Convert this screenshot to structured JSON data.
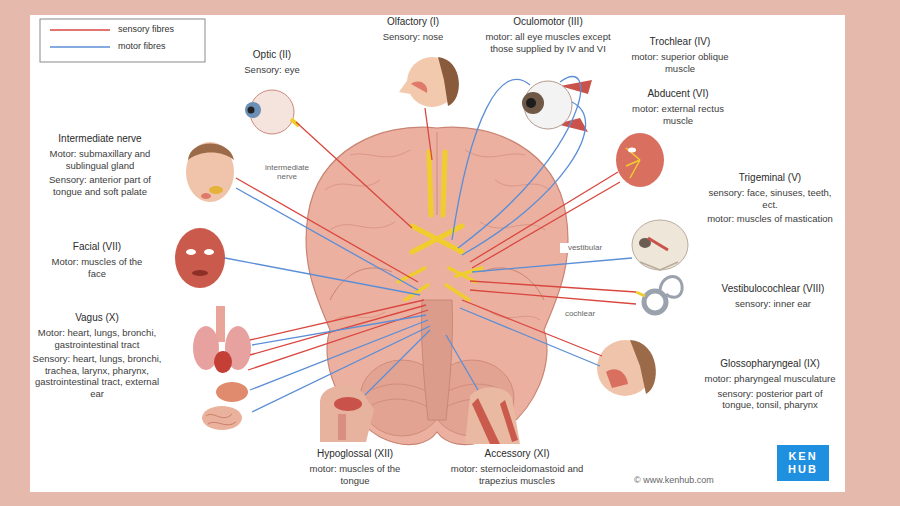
{
  "diagram": {
    "nodes": [
      {
        "text": [
          "Olfactory (I)",
          "Sensory: nose"
        ]
      },
      {
        "text": [
          "Oculomotor (III)",
          "motor: all eye muscles except those supplied by IV and VI"
        ]
      },
      {
        "text": [
          "Trochlear (IV)",
          "motor: superior oblique muscle"
        ]
      },
      {
        "text": [
          "Optic (II)",
          "Sensory: eye"
        ]
      },
      {
        "text": [
          "Abducent (VI)",
          "motor: external rectus muscle"
        ]
      },
      {
        "text": [
          "Intermediate nerve",
          "Motor: submaxillary and sublingual gland",
          "Sensory: anterior part of tongue and soft palate"
        ]
      },
      {
        "text": [
          "Trigeminal (V)",
          "sensory: face, sinuses, teeth, ect.",
          "motor: muscles of mastication"
        ]
      },
      {
        "text": [
          "Facial (VII)",
          "Motor: muscles of the face"
        ]
      },
      {
        "text": [
          "Vestibulocochlear (VIII)",
          "sensory: inner ear"
        ]
      },
      {
        "text": [
          "Vagus (X)",
          "Motor: heart, lungs, bronchi, gastrointestinal tract",
          "Sensory: heart, lungs, bronchi, trachea, larynx, pharynx, gastrointestinal tract, external ear"
        ]
      },
      {
        "text": [
          "Glossopharyngeal (IX)",
          "motor: pharyngeal musculature",
          "sensory: posterior part of tongue, tonsil, pharynx"
        ]
      },
      {
        "text": [
          "Hypoglossal (XII)",
          "motor: muscles of the tongue"
        ]
      },
      {
        "text": [
          "Accessory (XI)",
          "motor: sternocleidomastoid and trapezius muscles"
        ]
      },
      {
        "text": [
          "KEN HUB"
        ]
      }
    ],
    "labels": [
      "intermediate nerve",
      "vestibular",
      "cochlear",
      "© www.kenhub.com"
    ],
    "legend": [
      {
        "text": "sensory fibres"
      },
      {
        "text": "motor fibres"
      }
    ]
  }
}
